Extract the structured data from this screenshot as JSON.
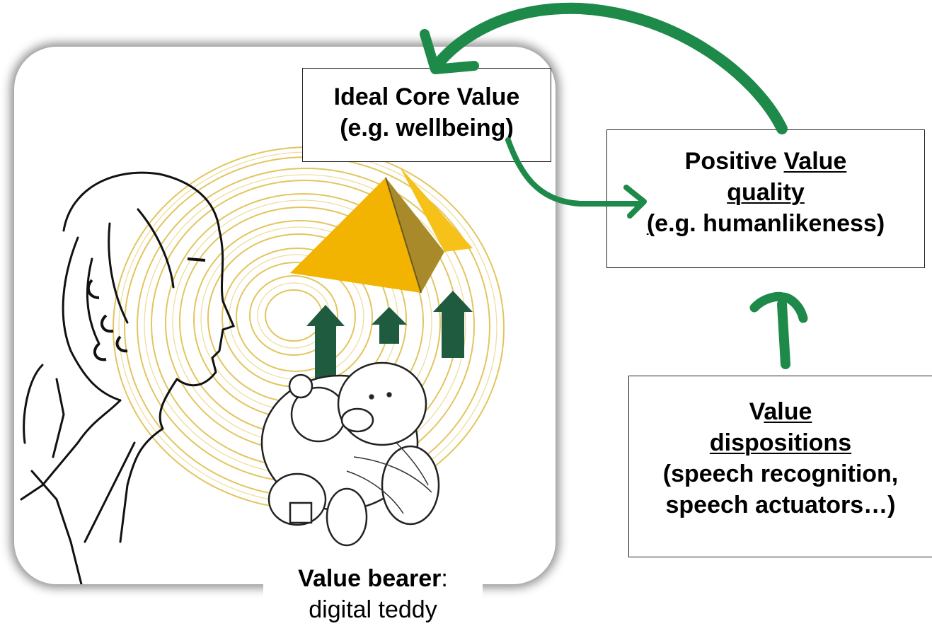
{
  "core_value_box": {
    "line1": "Ideal Core Value",
    "line2": "(e.g. wellbeing)"
  },
  "quality_box": {
    "line1_plain": "Positive ",
    "line1_underlined": "Value ",
    "line2_underlined": "quality",
    "line3_underlined": "(",
    "line3_plain": "e.g. humanlikeness)"
  },
  "dispositions_box": {
    "line1_plain": "V",
    "line1_underlined": "alue ",
    "line2_underlined": "dispositions",
    "line3": "(speech recognition,",
    "line4": "speech actuators…)"
  },
  "bearer_label": {
    "bold": "Value bearer",
    "colon": ":",
    "line2": "digital teddy"
  },
  "colors": {
    "arrow_green": "#1e8a4a",
    "up_arrow_green": "#1f5c3f",
    "pyramid_gold": "#f2b400",
    "swirl_gold": "#d9b22a"
  }
}
